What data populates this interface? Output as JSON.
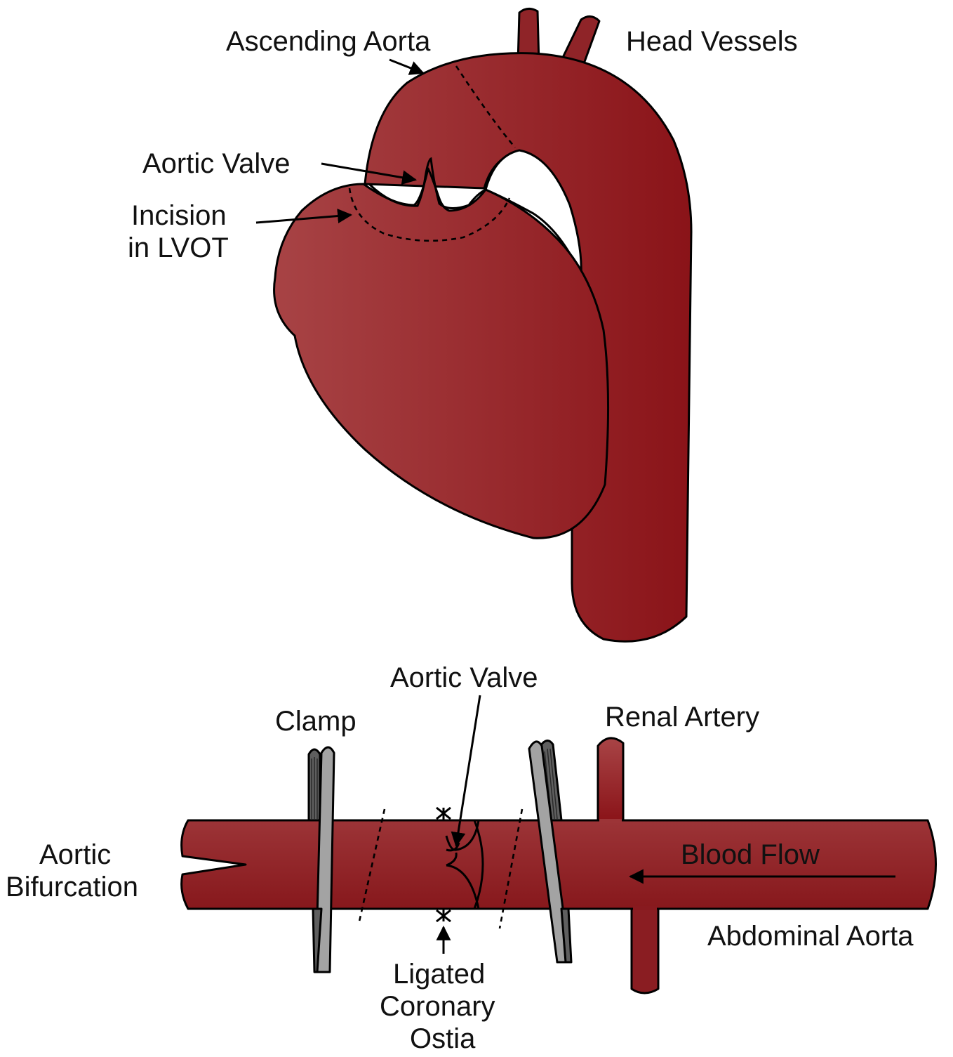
{
  "colors": {
    "tissue_light": "#a84446",
    "tissue_dark": "#8a1318",
    "clamp_light": "#a3a3a3",
    "clamp_dark": "#5f5f5f",
    "outline": "#000000"
  },
  "heart_panel": {
    "ascending_aorta": "Ascending Aorta",
    "head_vessels": "Head Vessels",
    "aortic_valve": "Aortic Valve",
    "incision_line1": "Incision",
    "incision_line2": "in LVOT"
  },
  "graft_panel": {
    "aortic_valve": "Aortic Valve",
    "clamp": "Clamp",
    "renal_artery": "Renal Artery",
    "aortic_bifurcation_line1": "Aortic",
    "aortic_bifurcation_line2": "Bifurcation",
    "blood_flow": "Blood Flow",
    "abdominal_aorta": "Abdominal Aorta",
    "ligated_line1": "Ligated",
    "ligated_line2": "Coronary",
    "ligated_line3": "Ostia"
  }
}
